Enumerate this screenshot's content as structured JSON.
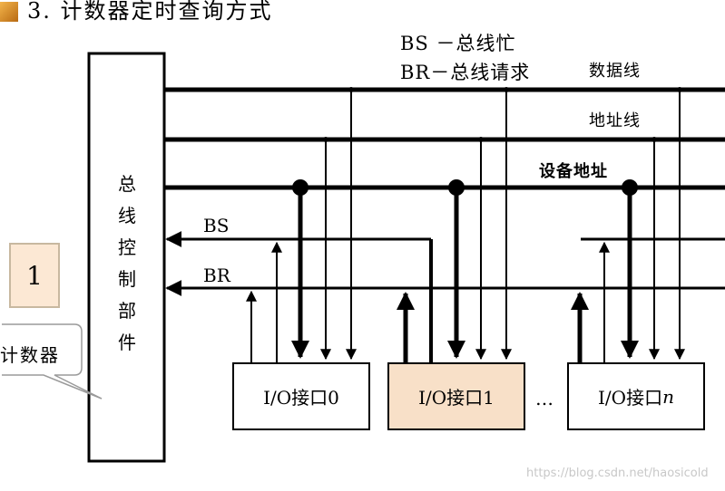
{
  "title": "3. 计数器定时查询方式",
  "legend": {
    "bs": "BS －总线忙",
    "br": "BR－总线请求"
  },
  "bus_labels": {
    "data": "数据线",
    "address": "地址线",
    "device_address": "设备地址"
  },
  "signals": {
    "bs": "BS",
    "br": "BR"
  },
  "controller": {
    "chars": [
      "总",
      "线",
      "控",
      "制",
      "部",
      "件"
    ]
  },
  "io": [
    {
      "label": "I/O接口0",
      "highlighted": false
    },
    {
      "label": "I/O接口1",
      "highlighted": true
    },
    {
      "label": "I/O接口",
      "suffix": "n",
      "highlighted": false
    }
  ],
  "ellipsis": "…",
  "counter": {
    "value": "1",
    "caption": "计数器"
  },
  "watermark": "https://blog.csdn.net/haosicold",
  "colors": {
    "highlight": "#f8e0c8",
    "counter_fill": "#fce8d4"
  }
}
